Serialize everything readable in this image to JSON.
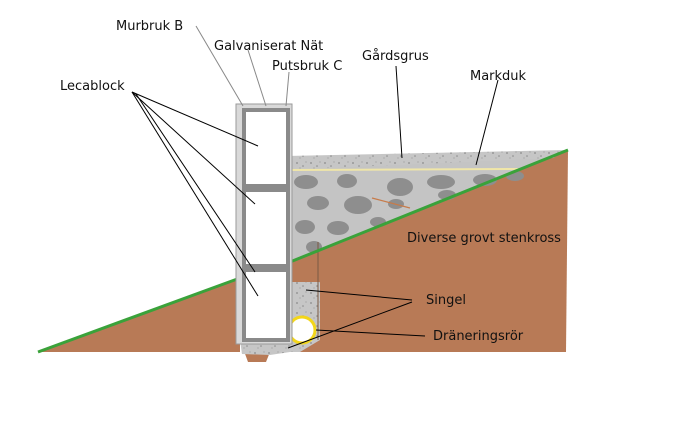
{
  "labels": {
    "murbruk_b": "Murbruk B",
    "galvaniserat_nat": "Galvaniserat Nät",
    "putsbruk_c": "Putsbruk C",
    "gardsgrus": "Gårdsgrus",
    "markduk": "Markduk",
    "lecablock": "Lecablock",
    "stenkross": "Diverse grovt stenkross",
    "singel": "Singel",
    "draneringsror": "Dräneringsrör"
  },
  "colors": {
    "soil": "#b87a56",
    "grass": "#3aa23a",
    "gravel": "#b9b9b9",
    "stone": "#8e8e8e",
    "block": "#ffffff",
    "mortar": "#9a9a9a",
    "pipe": "#f3d61a",
    "fabric": "#f0e6a8"
  }
}
